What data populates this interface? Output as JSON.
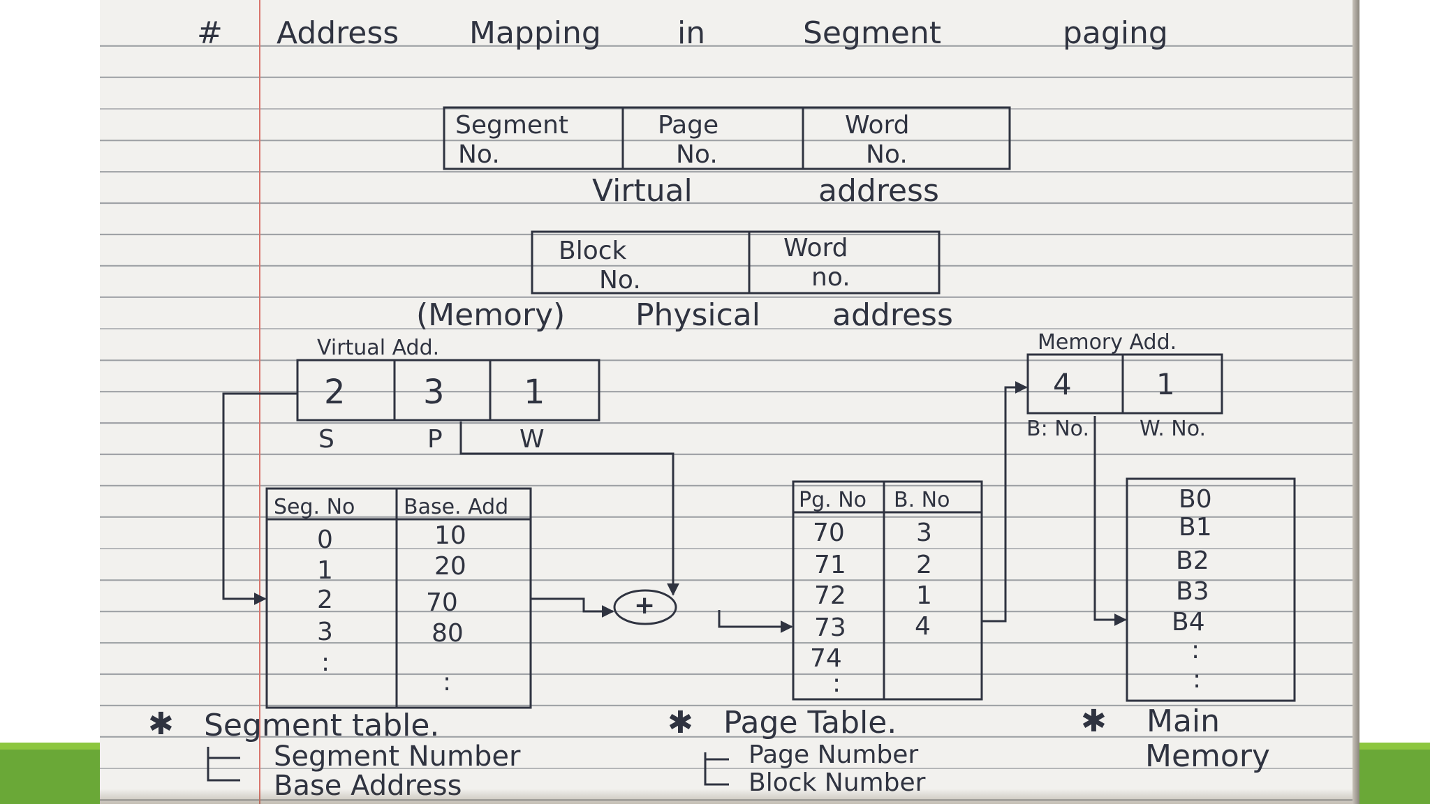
{
  "title": {
    "hash": "#",
    "words": [
      "Address",
      "Mapping",
      "in",
      "Segment",
      "paging"
    ]
  },
  "virtual_address_format": {
    "fields": [
      {
        "line1": "Segment",
        "line2": "No."
      },
      {
        "line1": "Page",
        "line2": "No."
      },
      {
        "line1": "Word",
        "line2": "No."
      }
    ],
    "caption": [
      "Virtual",
      "address"
    ]
  },
  "physical_address_format": {
    "fields": [
      {
        "line1": "Block",
        "line2": "No."
      },
      {
        "line1": "Word",
        "line2": "no."
      }
    ],
    "caption": [
      "(Memory)",
      "Physical",
      "address"
    ]
  },
  "virtual_add_example": {
    "label": "Virtual Add.",
    "values": [
      "2",
      "3",
      "1"
    ],
    "field_labels": [
      "S",
      "P",
      "W"
    ]
  },
  "memory_add_example": {
    "label": "Memory Add.",
    "values": [
      "4",
      "1"
    ],
    "field_labels": [
      "B: No.",
      "W. No."
    ]
  },
  "segment_table": {
    "headers": [
      "Seg. No",
      "Base. Add"
    ],
    "rows": [
      [
        "0",
        "10"
      ],
      [
        "1",
        "20"
      ],
      [
        "2",
        "70"
      ],
      [
        "3",
        "80"
      ],
      [
        ":",
        ":"
      ]
    ],
    "caption": "Segment table.",
    "notes": [
      "Segment Number",
      "Base Address"
    ]
  },
  "adder_symbol": "+",
  "page_table": {
    "headers": [
      "Pg. No",
      "B. No"
    ],
    "rows": [
      [
        "70",
        "3"
      ],
      [
        "71",
        "2"
      ],
      [
        "72",
        "1"
      ],
      [
        "73",
        "4"
      ],
      [
        "74",
        ""
      ],
      [
        ":",
        ""
      ]
    ],
    "caption": "Page Table.",
    "notes": [
      "Page Number",
      "Block Number"
    ]
  },
  "main_memory": {
    "blocks": [
      "B0",
      "B1",
      "B2",
      "B3",
      "B4",
      ":",
      ":"
    ],
    "caption": [
      "Main",
      "Memory"
    ]
  },
  "colors": {
    "ink": "#2f3340",
    "paper": "#f2f1ee",
    "rule_line": "#9da0a4",
    "margin_line": "#d9756c",
    "slide_accent": "#6aa837"
  }
}
